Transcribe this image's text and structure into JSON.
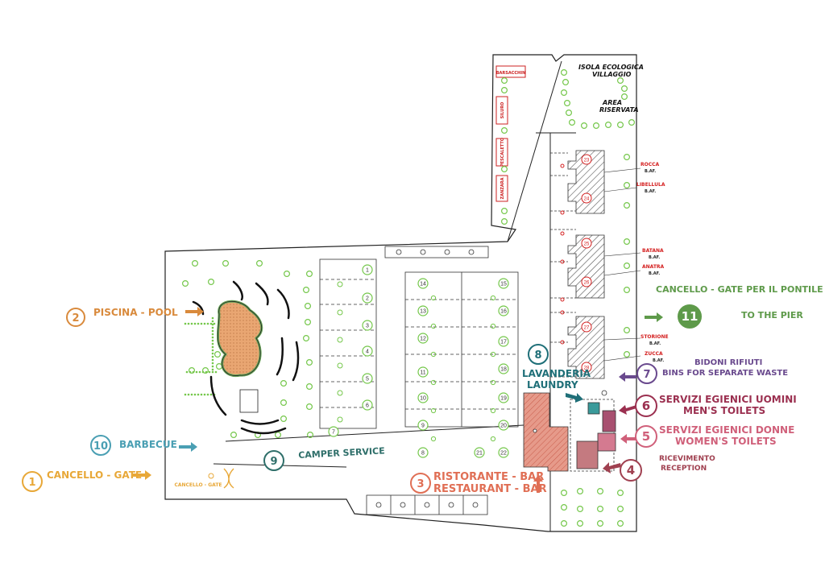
{
  "colors": {
    "gate": "#e8a838",
    "pool": "#d98a3c",
    "restaurant": "#e06f55",
    "reception": "#a04050",
    "womens": "#d0607a",
    "mens": "#9b3050",
    "bins": "#6a4a8e",
    "laundry": "#1f6f78",
    "camper": "#2f6f6a",
    "barbecue": "#4a9fb3",
    "pier": "#5e9a4a",
    "red_label": "#d42020",
    "tree": "#74c74a",
    "hatch": "#555555"
  },
  "legend": [
    {
      "num": "1",
      "text": [
        "CANCELLO - GATE"
      ],
      "color": "gate"
    },
    {
      "num": "2",
      "text": [
        "PISCINA - POOL"
      ],
      "color": "pool"
    },
    {
      "num": "3",
      "text": [
        "RISTORANTE - BAR",
        "RESTAURANT - BAR"
      ],
      "color": "restaurant"
    },
    {
      "num": "4",
      "text": [
        "RICEVIMENTO",
        "RECEPTION"
      ],
      "color": "reception"
    },
    {
      "num": "5",
      "text": [
        "SERVIZI EGIENICI DONNE",
        "WOMEN'S TOILETS"
      ],
      "color": "womens"
    },
    {
      "num": "6",
      "text": [
        "SERVIZI EGIENICI UOMINI",
        "MEN'S TOILETS"
      ],
      "color": "mens"
    },
    {
      "num": "7",
      "text": [
        "BIDONI RIFIUTI",
        "BINS FOR SEPARATE WASTE"
      ],
      "color": "bins"
    },
    {
      "num": "8",
      "text": [
        "LAVANDERIA",
        "LAUNDRY"
      ],
      "color": "laundry"
    },
    {
      "num": "9",
      "text": [
        "CAMPER SERVICE"
      ],
      "color": "camper"
    },
    {
      "num": "10",
      "text": [
        "BARBECUE"
      ],
      "color": "barbecue"
    },
    {
      "num": "11",
      "text": [
        "CANCELLO - GATE   PER IL PONTILE",
        "TO THE PIER"
      ],
      "color": "pier"
    }
  ],
  "areas": {
    "isola": [
      "ISOLA ECOLOGICA",
      "VILLAGGIO"
    ],
    "riservata": [
      "AREA",
      "RISERVATA"
    ],
    "gate_small": "CANCELLO - GATE"
  },
  "top_left_buildings": [
    "BARSACCHIN",
    "SILURO",
    "PESCALETTO",
    "ZANZARA"
  ],
  "bungalow_names": [
    {
      "name": "ROCCA",
      "sub": "B.AF."
    },
    {
      "name": "LIBELLULA",
      "sub": "B.AF."
    },
    {
      "name": "BATANA",
      "sub": "B.AF."
    },
    {
      "name": "ANATRA",
      "sub": "B.AF."
    },
    {
      "name": "STORIONE",
      "sub": "B.AF."
    },
    {
      "name": "ZUCCA",
      "sub": "B.AF."
    }
  ],
  "bungalow_numbers": [
    "23",
    "24",
    "25",
    "26",
    "27",
    "28"
  ],
  "pitches_col1": [
    "1",
    "2",
    "3",
    "4",
    "5",
    "6",
    "7"
  ],
  "pitches_mid_left": [
    "14",
    "13",
    "12",
    "11",
    "10",
    "9",
    "8"
  ],
  "pitches_mid_right": [
    "15",
    "16",
    "17",
    "18",
    "19",
    "20",
    "21",
    "22"
  ]
}
